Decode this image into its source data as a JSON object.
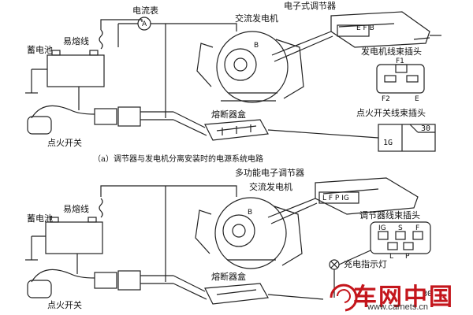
{
  "diagram_a": {
    "ammeter_label": "电流表",
    "ammeter_symbol": "A",
    "regulator_label": "电子式调节器",
    "fusible_link_label": "易熔线",
    "alternator_label": "交流发电机",
    "battery_label": "蓄电池",
    "terminal_b": "B",
    "harness_label": "发电机线束插头",
    "harness_f1": "F1",
    "harness_f2": "F2",
    "harness_e": "E",
    "ignition_plug_label": "点火开关线束插头",
    "ignition_plug_1g": "1G",
    "ignition_plug_30": "30",
    "fuse_box_label": "熔断器盒",
    "ignition_switch_label": "点火开关",
    "caption": "（a）调节器与发电机分离安装时的电源系统电路",
    "regulator_terminals": "E F B"
  },
  "diagram_b": {
    "regulator_label": "多功能电子调节器",
    "alternator_label": "交流发电机",
    "fusible_link_label": "易熔线",
    "battery_label": "蓄电池",
    "terminal_b": "B",
    "harness_label": "调节器线束插头",
    "harness_pins": [
      "IG",
      "S",
      "F",
      "L",
      "P"
    ],
    "charge_lamp_label": "充电指示灯",
    "fuse_box_label": "熔断器盒",
    "ignition_switch_label": "点火开关",
    "regulator_terminals": "L F P IG",
    "fuse_30": "30"
  },
  "watermark": {
    "brand": "车网中国",
    "url": "www.carnets.cn",
    "brand_color": "#c4161c"
  }
}
